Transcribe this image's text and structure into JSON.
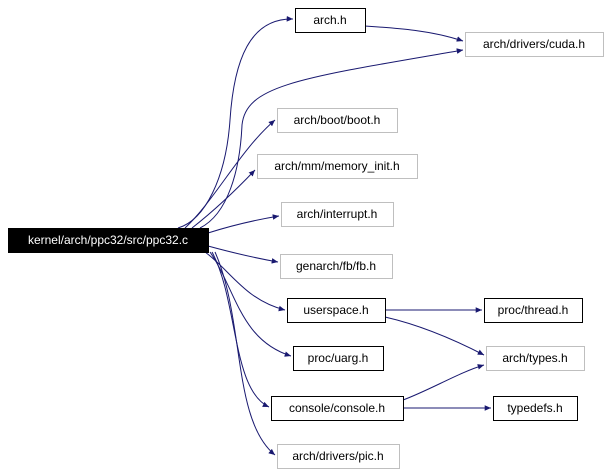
{
  "colors": {
    "edge": "#191970",
    "root_fill": "#000000",
    "root_text": "#ffffff",
    "box_border": "#000000",
    "box_border_muted": "#bfbfbf",
    "text": "#000000"
  },
  "nodes": {
    "root": {
      "label": "kernel/arch/ppc32/src/ppc32.c",
      "kind": "root"
    },
    "arch_h": {
      "label": "arch.h",
      "kind": "documented"
    },
    "arch_drivers_cuda_h": {
      "label": "arch/drivers/cuda.h",
      "kind": "external"
    },
    "arch_boot_boot_h": {
      "label": "arch/boot/boot.h",
      "kind": "external"
    },
    "arch_mm_memory_init_h": {
      "label": "arch/mm/memory_init.h",
      "kind": "external"
    },
    "arch_interrupt_h": {
      "label": "arch/interrupt.h",
      "kind": "external"
    },
    "genarch_fb_fb_h": {
      "label": "genarch/fb/fb.h",
      "kind": "external"
    },
    "userspace_h": {
      "label": "userspace.h",
      "kind": "documented"
    },
    "proc_thread_h": {
      "label": "proc/thread.h",
      "kind": "documented"
    },
    "arch_types_h": {
      "label": "arch/types.h",
      "kind": "external"
    },
    "proc_uarg_h": {
      "label": "proc/uarg.h",
      "kind": "documented"
    },
    "console_console_h": {
      "label": "console/console.h",
      "kind": "documented"
    },
    "typedefs_h": {
      "label": "typedefs.h",
      "kind": "documented"
    },
    "arch_drivers_pic_h": {
      "label": "arch/drivers/pic.h",
      "kind": "external"
    }
  },
  "edges": [
    {
      "from": "root",
      "to": "arch_h"
    },
    {
      "from": "root",
      "to": "arch_drivers_cuda_h"
    },
    {
      "from": "arch_h",
      "to": "arch_drivers_cuda_h"
    },
    {
      "from": "root",
      "to": "arch_boot_boot_h"
    },
    {
      "from": "root",
      "to": "arch_mm_memory_init_h"
    },
    {
      "from": "root",
      "to": "arch_interrupt_h"
    },
    {
      "from": "root",
      "to": "genarch_fb_fb_h"
    },
    {
      "from": "root",
      "to": "userspace_h"
    },
    {
      "from": "root",
      "to": "proc_uarg_h"
    },
    {
      "from": "root",
      "to": "console_console_h"
    },
    {
      "from": "root",
      "to": "arch_drivers_pic_h"
    },
    {
      "from": "userspace_h",
      "to": "proc_thread_h"
    },
    {
      "from": "userspace_h",
      "to": "arch_types_h"
    },
    {
      "from": "console_console_h",
      "to": "arch_types_h"
    },
    {
      "from": "console_console_h",
      "to": "typedefs_h"
    }
  ]
}
